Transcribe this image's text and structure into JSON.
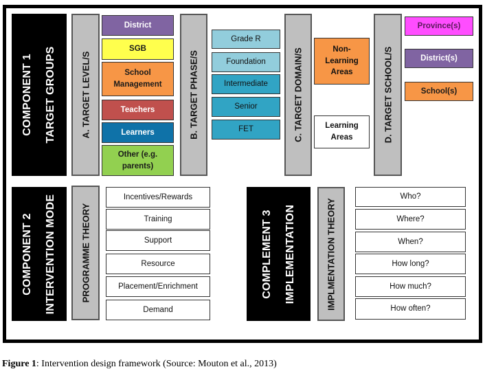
{
  "component1": {
    "title_line1": "COMPONENT 1",
    "title_line2": "TARGET GROUPS",
    "target_level": {
      "label": "A.  TARGET LEVEL/S",
      "items": [
        {
          "label": "District",
          "color": "#8064a2",
          "text_color": "#ffffff"
        },
        {
          "label": "SGB",
          "color": "#ffff4d",
          "text_color": "#1a1a1a"
        },
        {
          "label": "School Management",
          "color": "#f79646",
          "text_color": "#1a1a1a"
        },
        {
          "label": "Teachers",
          "color": "#c0504d",
          "text_color": "#ffffff"
        },
        {
          "label": "Learners",
          "color": "#0f72a8",
          "text_color": "#ffffff"
        },
        {
          "label": "Other (e.g. parents)",
          "color": "#92d050",
          "text_color": "#1a1a1a"
        }
      ]
    },
    "target_phase": {
      "label": "B. TARGET PHASE/S",
      "items": [
        {
          "label": "Grade R",
          "color": "#92cddc"
        },
        {
          "label": "Foundation",
          "color": "#92cddc"
        },
        {
          "label": "Intermediate",
          "color": "#31a4c4"
        },
        {
          "label": "Senior",
          "color": "#31a4c4"
        },
        {
          "label": "FET",
          "color": "#31a4c4"
        }
      ]
    },
    "target_domain": {
      "label": "C. TARGET DOMAIN/S",
      "items": [
        {
          "label": "Non-Learning Areas",
          "color": "#f79646"
        },
        {
          "label": "Learning Areas",
          "color": "#ffffff"
        }
      ]
    },
    "target_school": {
      "label": "D. TARGET SCHOOL/S",
      "items": [
        {
          "label": "Province(s)",
          "color": "#ff4dff",
          "text_color": "#5a1a5a"
        },
        {
          "label": "District(s)",
          "color": "#8064a2",
          "text_color": "#ffffff"
        },
        {
          "label": "School(s)",
          "color": "#f79646",
          "text_color": "#1a1a1a"
        }
      ]
    }
  },
  "component2": {
    "title_line1": "COMPONENT 2",
    "title_line2": "INTERVENTION MODE",
    "theory_label": "PROGRAMME THEORY",
    "items": [
      "Incentives/Rewards",
      "Training",
      "Support",
      "Resource",
      "Placement/Enrichment",
      "Demand"
    ]
  },
  "component3": {
    "title_line1": "COMPLEMENT 3",
    "title_line2": "IMPLEMENTATION",
    "theory_label": "IMPLMENTATION THEORY",
    "items": [
      "Who?",
      "Where?",
      "When?",
      "How long?",
      "How much?",
      "How often?"
    ]
  },
  "caption": {
    "label": "Figure 1",
    "text": ": Intervention design framework (Source: Mouton et al., 2013)"
  }
}
